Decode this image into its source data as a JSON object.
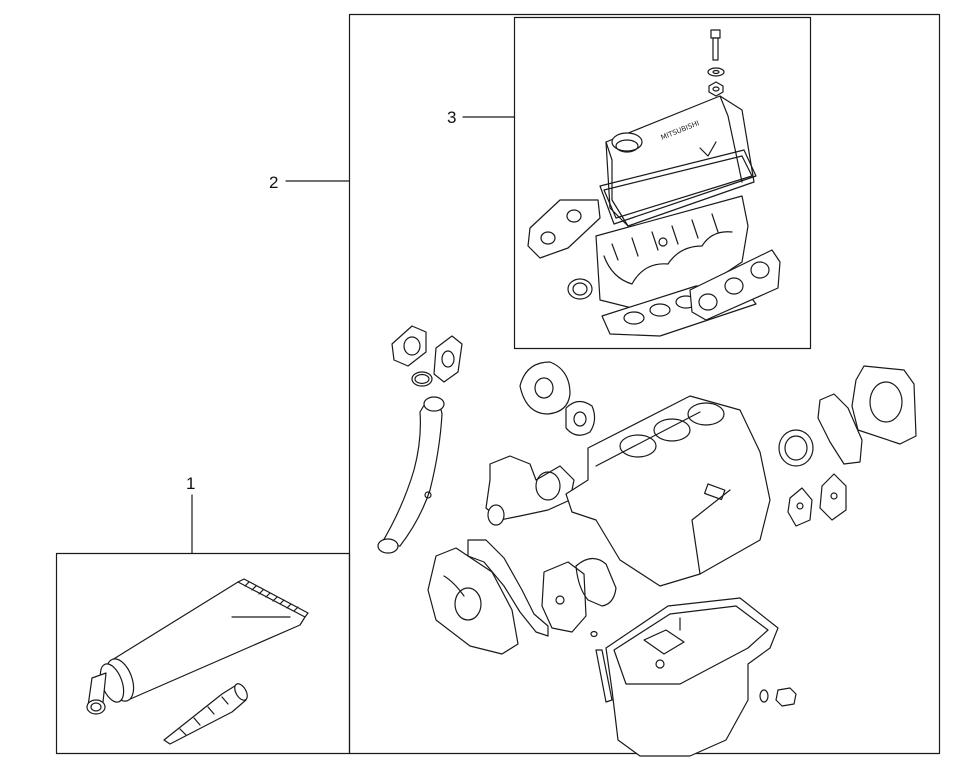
{
  "callouts": {
    "item_1": "1",
    "item_2": "2",
    "item_3": "3"
  },
  "cover_brand": "MITSUBISHI",
  "colors": {
    "line": "#1a1a1a",
    "background": "#ffffff"
  }
}
